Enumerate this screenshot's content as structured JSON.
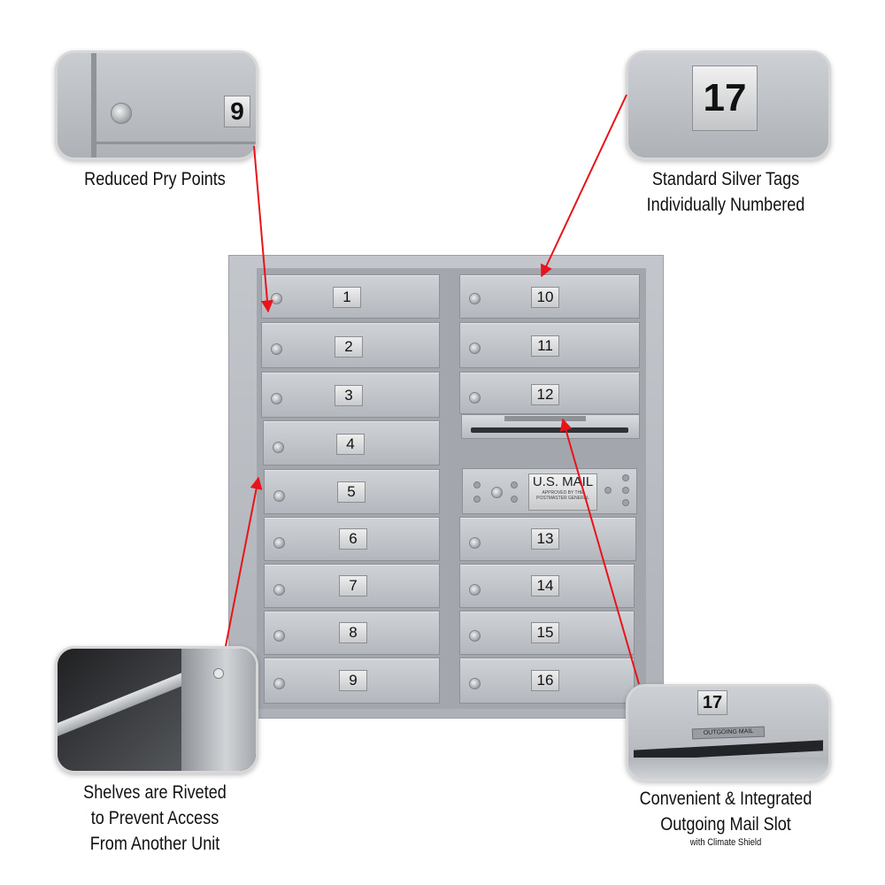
{
  "callouts": {
    "pry": {
      "caption": "Reduced Pry Points",
      "tag": "9"
    },
    "tags": {
      "caption_line1": "Standard Silver Tags",
      "caption_line2": "Individually Numbered",
      "tag": "17"
    },
    "shelves": {
      "caption_line1": "Shelves are Riveted",
      "caption_line2": "to Prevent Access",
      "caption_line3": "From Another Unit"
    },
    "slot": {
      "caption_line1": "Convenient & Integrated",
      "caption_line2": "Outgoing Mail Slot",
      "caption_small": "with Climate Shield",
      "tag": "17",
      "slot_label": "OUTGOING MAIL"
    }
  },
  "mailbox": {
    "left_doors": [
      "1",
      "2",
      "3",
      "4",
      "5",
      "6",
      "7",
      "8",
      "9"
    ],
    "right_top_doors": [
      "10",
      "11",
      "12"
    ],
    "right_bottom_doors": [
      "13",
      "14",
      "15",
      "16"
    ],
    "usmail": {
      "title": "U.S. MAIL",
      "sub1": "APPROVED BY THE",
      "sub2": "POSTMASTER GENERAL"
    }
  },
  "colors": {
    "arrow": "#e8141b",
    "metal": "#bfc3c8"
  }
}
